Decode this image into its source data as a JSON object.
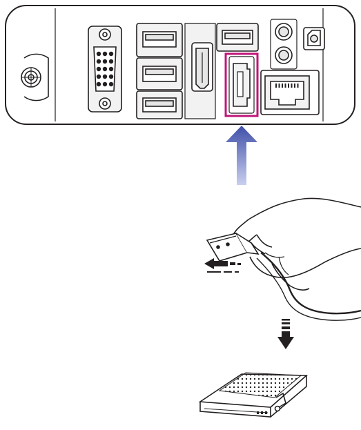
{
  "colors": {
    "line": "#231f20",
    "highlight": "#c0157a",
    "arrow_top": "#3f4fa8",
    "arrow_bottom": "#c9cfee",
    "device_fill": "#ffffff",
    "port_fill": "#f2f2f2",
    "hole_fill": "#e6e6e6"
  },
  "diagram": {
    "device": "computer-rear-panel",
    "highlighted_port": "esata-port",
    "steps": [
      "plug-esata-cable-into-port",
      "connect-external-hard-drive"
    ]
  },
  "icons": {
    "power_jack": "power-jack-icon",
    "vga": "vga-port-icon",
    "usb": "usb-port-icon",
    "hdmi": "hdmi-port-icon",
    "esata": "esata-port-icon",
    "audio": "audio-jack-icon",
    "optical": "optical-out-icon",
    "lan": "lan-port-icon",
    "hand": "hand-holding-plug-icon",
    "drive": "external-hard-drive-icon"
  }
}
